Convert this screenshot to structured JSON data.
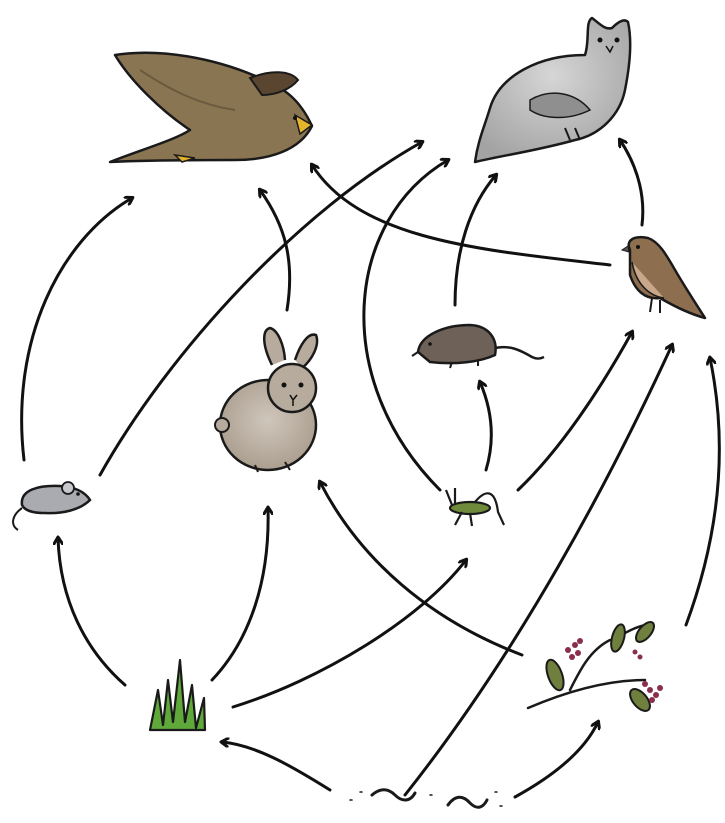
{
  "diagram": {
    "type": "food web",
    "organisms": [
      {
        "id": "hawk",
        "icon": "hawk-icon",
        "color": "#8a7553"
      },
      {
        "id": "owl",
        "icon": "owl-icon",
        "color": "#b9b9b9"
      },
      {
        "id": "sparrow",
        "icon": "sparrow-icon",
        "color": "#8d6e4e"
      },
      {
        "id": "rabbit",
        "icon": "rabbit-icon",
        "color": "#b7ab9d"
      },
      {
        "id": "shrew",
        "icon": "shrew-icon",
        "color": "#6d6158"
      },
      {
        "id": "mouse",
        "icon": "mouse-icon",
        "color": "#a9abb1"
      },
      {
        "id": "grasshopper",
        "icon": "grasshopper-icon",
        "color": "#6e8a3a"
      },
      {
        "id": "grass",
        "icon": "grass-icon",
        "color": "#5fa83a"
      },
      {
        "id": "berry-plant",
        "icon": "berry-plant-icon",
        "color": "#8a2d4f"
      },
      {
        "id": "decomposers",
        "icon": "worms-icon",
        "color": "#2a2a2a"
      }
    ],
    "links": [
      {
        "from": "mouse",
        "to": "hawk"
      },
      {
        "from": "mouse",
        "to": "owl"
      },
      {
        "from": "rabbit",
        "to": "hawk"
      },
      {
        "from": "sparrow",
        "to": "hawk"
      },
      {
        "from": "sparrow",
        "to": "owl"
      },
      {
        "from": "shrew",
        "to": "owl"
      },
      {
        "from": "grasshopper",
        "to": "owl"
      },
      {
        "from": "grasshopper",
        "to": "shrew"
      },
      {
        "from": "grasshopper",
        "to": "sparrow"
      },
      {
        "from": "grass",
        "to": "mouse"
      },
      {
        "from": "grass",
        "to": "rabbit"
      },
      {
        "from": "grass",
        "to": "grasshopper"
      },
      {
        "from": "berry-plant",
        "to": "rabbit"
      },
      {
        "from": "berry-plant",
        "to": "sparrow"
      },
      {
        "from": "decomposers",
        "to": "grass"
      },
      {
        "from": "decomposers",
        "to": "berry-plant"
      },
      {
        "from": "decomposers",
        "to": "sparrow"
      }
    ]
  }
}
